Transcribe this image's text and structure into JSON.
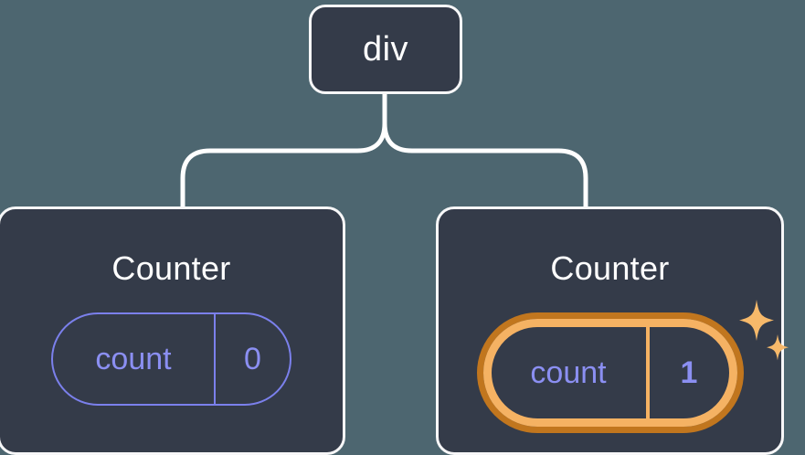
{
  "diagram": {
    "type": "component-tree",
    "background_color": "#4d6670",
    "node_fill_color": "#343b49",
    "node_border_color": "#f7f7f8",
    "connector_color": "#ffffff",
    "state_color": "#8b8ff2",
    "highlight_outer_color": "#c1761e",
    "highlight_inner_color": "#f5b263",
    "root": {
      "label": "div"
    },
    "children": [
      {
        "label": "Counter",
        "state": {
          "key": "count",
          "value": "0"
        },
        "highlighted": false
      },
      {
        "label": "Counter",
        "state": {
          "key": "count",
          "value": "1"
        },
        "highlighted": true,
        "sparkle_icons": [
          "sparkle-large-icon",
          "sparkle-small-icon"
        ]
      }
    ]
  }
}
